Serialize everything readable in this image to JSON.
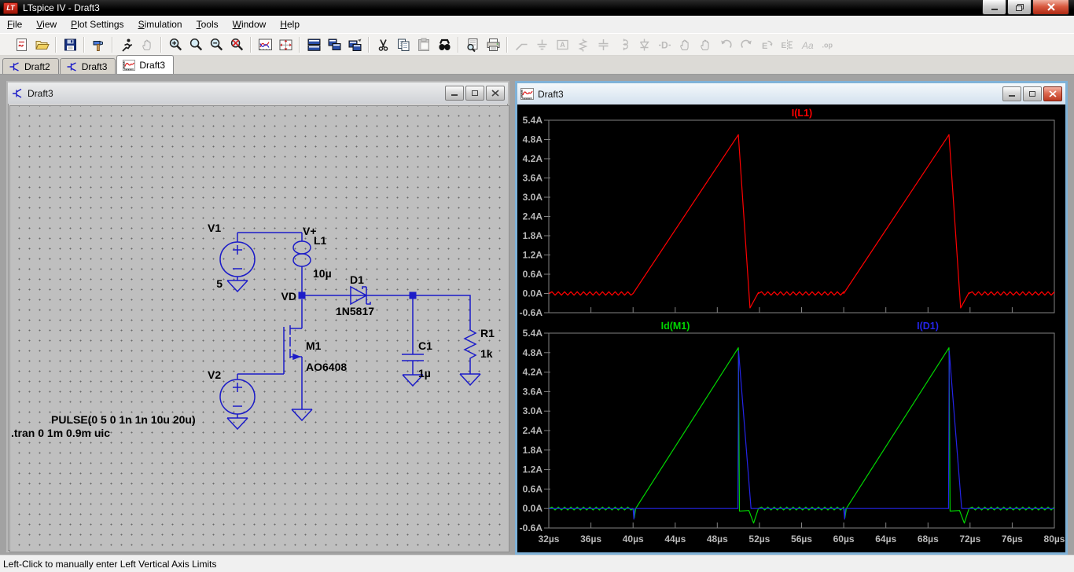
{
  "window": {
    "title": "LTspice IV - Draft3",
    "status": "Left-Click to manually enter Left Vertical Axis Limits"
  },
  "menu": {
    "items": [
      "File",
      "View",
      "Plot Settings",
      "Simulation",
      "Tools",
      "Window",
      "Help"
    ]
  },
  "toolbar": {
    "items": [
      {
        "name": "new-schematic"
      },
      {
        "name": "open"
      },
      {
        "sep": true
      },
      {
        "name": "save"
      },
      {
        "sep": true
      },
      {
        "name": "control-panel"
      },
      {
        "sep": true
      },
      {
        "name": "run"
      },
      {
        "name": "halt",
        "enabled": false
      },
      {
        "sep": true
      },
      {
        "name": "zoom-in"
      },
      {
        "name": "zoom-extents"
      },
      {
        "name": "zoom-out"
      },
      {
        "name": "zoom-undo"
      },
      {
        "sep": true
      },
      {
        "name": "autorange-y"
      },
      {
        "name": "pan-plot"
      },
      {
        "sep": true
      },
      {
        "name": "tile-horizontal"
      },
      {
        "name": "tile-vertical"
      },
      {
        "name": "cascade-windows"
      },
      {
        "sep": true
      },
      {
        "name": "cut"
      },
      {
        "name": "copy"
      },
      {
        "name": "paste",
        "enabled": false
      },
      {
        "name": "find"
      },
      {
        "sep": true
      },
      {
        "name": "print-preview"
      },
      {
        "name": "print"
      },
      {
        "sep": true
      },
      {
        "name": "wire",
        "enabled": false
      },
      {
        "name": "ground",
        "enabled": false
      },
      {
        "name": "net-label",
        "enabled": false
      },
      {
        "name": "resistor",
        "enabled": false
      },
      {
        "name": "capacitor",
        "enabled": false
      },
      {
        "name": "inductor",
        "enabled": false
      },
      {
        "name": "diode",
        "enabled": false
      },
      {
        "name": "component",
        "enabled": false
      },
      {
        "name": "move",
        "enabled": false
      },
      {
        "name": "drag",
        "enabled": false
      },
      {
        "name": "undo",
        "enabled": false
      },
      {
        "name": "redo",
        "enabled": false
      },
      {
        "name": "rotate",
        "enabled": false
      },
      {
        "name": "mirror",
        "enabled": false
      },
      {
        "name": "text",
        "enabled": false
      },
      {
        "name": "spice-directive",
        "enabled": false
      }
    ]
  },
  "tabs": [
    {
      "label": "Draft2",
      "icon": "schematic",
      "active": false
    },
    {
      "label": "Draft3",
      "icon": "schematic",
      "active": false
    },
    {
      "label": "Draft3",
      "icon": "waveform",
      "active": true
    }
  ],
  "schematic_window": {
    "title": "Draft3",
    "labels": {
      "v1": "V1",
      "v1_value": "5",
      "vplus": "V+",
      "l1": "L1",
      "l1_value": "10µ",
      "d1": "D1",
      "d1_value": "1N5817",
      "vd": "VD",
      "m1": "M1",
      "m1_value": "AO6408",
      "c1": "C1",
      "c1_value": "1µ",
      "r1": "R1",
      "r1_value": "1k",
      "v2": "V2",
      "v2_value": "PULSE(0 5 0 1n 1n 10u 20u)",
      "directive": ".tran 0 1m 0.9m uic"
    }
  },
  "wave_window": {
    "title": "Draft3"
  },
  "colors": {
    "wire_blue": "#1c1cc8",
    "trace_red": "#ff0000",
    "trace_green": "#00d500",
    "trace_blue": "#2424e8",
    "plot_background": "#000000",
    "axis_gray": "#828282"
  },
  "chart_data": {
    "type": "line",
    "x_range": [
      32,
      80
    ],
    "x_unit": "µs",
    "x_ticks": [
      "32µs",
      "36µs",
      "40µs",
      "44µs",
      "48µs",
      "52µs",
      "56µs",
      "60µs",
      "64µs",
      "68µs",
      "72µs",
      "76µs",
      "80µs"
    ],
    "grid": false,
    "panes": [
      {
        "y_range": [
          -0.6,
          5.4
        ],
        "y_ticks": [
          "5.4A",
          "4.8A",
          "4.2A",
          "3.6A",
          "3.0A",
          "2.4A",
          "1.8A",
          "1.2A",
          "0.6A",
          "0.0A",
          "-0.6A"
        ],
        "series_names": [
          "I(L1)"
        ]
      },
      {
        "y_range": [
          -0.6,
          5.4
        ],
        "y_ticks": [
          "5.4A",
          "4.8A",
          "4.2A",
          "3.6A",
          "3.0A",
          "2.4A",
          "1.8A",
          "1.2A",
          "0.6A",
          "0.0A",
          "-0.6A"
        ],
        "series_names": [
          "Id(M1)",
          "I(D1)"
        ]
      }
    ],
    "series": [
      {
        "name": "I(L1)",
        "color": "#ff0000",
        "pane": 0,
        "segments": [
          {
            "type": "ripple",
            "t0": 32,
            "t1": 40,
            "base": 0,
            "amp": 0.055,
            "period": 0.6
          },
          {
            "type": "line",
            "pts": [
              [
                40,
                0
              ],
              [
                50,
                4.95
              ]
            ]
          },
          {
            "type": "line",
            "pts": [
              [
                50,
                4.95
              ],
              [
                51.1,
                -0.45
              ]
            ]
          },
          {
            "type": "line",
            "pts": [
              [
                51.1,
                -0.45
              ],
              [
                51.9,
                0.03
              ]
            ]
          },
          {
            "type": "ripple",
            "t0": 51.9,
            "t1": 60,
            "base": 0,
            "amp": 0.055,
            "period": 0.6
          },
          {
            "type": "line",
            "pts": [
              [
                60,
                0
              ],
              [
                70,
                4.95
              ]
            ]
          },
          {
            "type": "line",
            "pts": [
              [
                70,
                4.95
              ],
              [
                71.1,
                -0.45
              ]
            ]
          },
          {
            "type": "line",
            "pts": [
              [
                71.1,
                -0.45
              ],
              [
                71.9,
                0.03
              ]
            ]
          },
          {
            "type": "ripple",
            "t0": 71.9,
            "t1": 80,
            "base": 0,
            "amp": 0.055,
            "period": 0.6
          }
        ]
      },
      {
        "name": "Id(M1)",
        "color": "#00d500",
        "pane": 1,
        "segments": [
          {
            "type": "ripple",
            "t0": 32,
            "t1": 40,
            "base": 0,
            "amp": 0.045,
            "period": 0.6
          },
          {
            "type": "line",
            "pts": [
              [
                40,
                0
              ],
              [
                40.12,
                -0.28
              ],
              [
                40.25,
                0
              ]
            ]
          },
          {
            "type": "line",
            "pts": [
              [
                40.25,
                0
              ],
              [
                50,
                4.95
              ]
            ]
          },
          {
            "type": "line",
            "pts": [
              [
                50,
                4.95
              ],
              [
                50.1,
                -0.08
              ],
              [
                51.0,
                -0.06
              ],
              [
                51.45,
                -0.45
              ],
              [
                51.9,
                0
              ]
            ]
          },
          {
            "type": "ripple",
            "t0": 51.9,
            "t1": 60,
            "base": 0,
            "amp": 0.045,
            "period": 0.6
          },
          {
            "type": "line",
            "pts": [
              [
                60,
                0
              ],
              [
                60.12,
                -0.28
              ],
              [
                60.25,
                0
              ]
            ]
          },
          {
            "type": "line",
            "pts": [
              [
                60.25,
                0
              ],
              [
                70,
                4.95
              ]
            ]
          },
          {
            "type": "line",
            "pts": [
              [
                70,
                4.95
              ],
              [
                70.1,
                -0.08
              ],
              [
                71.0,
                -0.06
              ],
              [
                71.45,
                -0.45
              ],
              [
                71.9,
                0
              ]
            ]
          },
          {
            "type": "ripple",
            "t0": 71.9,
            "t1": 80,
            "base": 0,
            "amp": 0.045,
            "period": 0.6
          }
        ]
      },
      {
        "name": "I(D1)",
        "color": "#2424e8",
        "pane": 1,
        "segments": [
          {
            "type": "line",
            "pts": [
              [
                32,
                0
              ],
              [
                40,
                0
              ],
              [
                40.08,
                -0.33
              ],
              [
                40.16,
                0
              ],
              [
                49.95,
                0
              ]
            ]
          },
          {
            "type": "line",
            "pts": [
              [
                49.95,
                0
              ],
              [
                50.02,
                4.85
              ],
              [
                51.2,
                0
              ]
            ]
          },
          {
            "type": "line",
            "pts": [
              [
                51.2,
                0
              ],
              [
                60,
                0
              ],
              [
                60.08,
                -0.33
              ],
              [
                60.16,
                0
              ],
              [
                69.95,
                0
              ]
            ]
          },
          {
            "type": "line",
            "pts": [
              [
                69.95,
                0
              ],
              [
                70.02,
                4.85
              ],
              [
                71.2,
                0
              ]
            ]
          },
          {
            "type": "line",
            "pts": [
              [
                71.2,
                0
              ],
              [
                80,
                0
              ]
            ]
          }
        ]
      }
    ]
  }
}
